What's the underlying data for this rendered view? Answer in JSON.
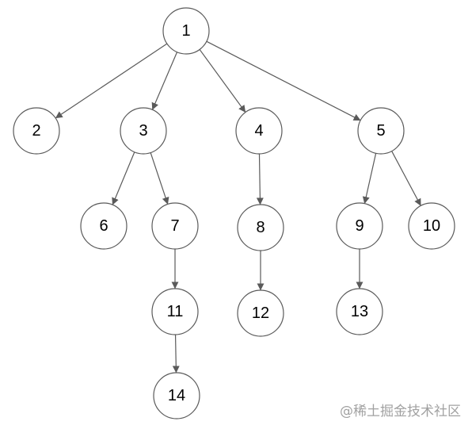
{
  "diagram": {
    "type": "tree",
    "edge_color": "#5a5a5a",
    "node_stroke": "#5a5a5a",
    "nodes": [
      {
        "id": "1",
        "label": "1"
      },
      {
        "id": "2",
        "label": "2"
      },
      {
        "id": "3",
        "label": "3"
      },
      {
        "id": "4",
        "label": "4"
      },
      {
        "id": "5",
        "label": "5"
      },
      {
        "id": "6",
        "label": "6"
      },
      {
        "id": "7",
        "label": "7"
      },
      {
        "id": "8",
        "label": "8"
      },
      {
        "id": "9",
        "label": "9"
      },
      {
        "id": "10",
        "label": "10"
      },
      {
        "id": "11",
        "label": "11"
      },
      {
        "id": "12",
        "label": "12"
      },
      {
        "id": "13",
        "label": "13"
      },
      {
        "id": "14",
        "label": "14"
      }
    ],
    "edges": [
      [
        "1",
        "2"
      ],
      [
        "1",
        "3"
      ],
      [
        "1",
        "4"
      ],
      [
        "1",
        "5"
      ],
      [
        "3",
        "6"
      ],
      [
        "3",
        "7"
      ],
      [
        "4",
        "8"
      ],
      [
        "5",
        "9"
      ],
      [
        "5",
        "10"
      ],
      [
        "7",
        "11"
      ],
      [
        "8",
        "12"
      ],
      [
        "9",
        "13"
      ],
      [
        "11",
        "14"
      ]
    ]
  },
  "watermark": {
    "text": "@稀土掘金技术社区"
  }
}
